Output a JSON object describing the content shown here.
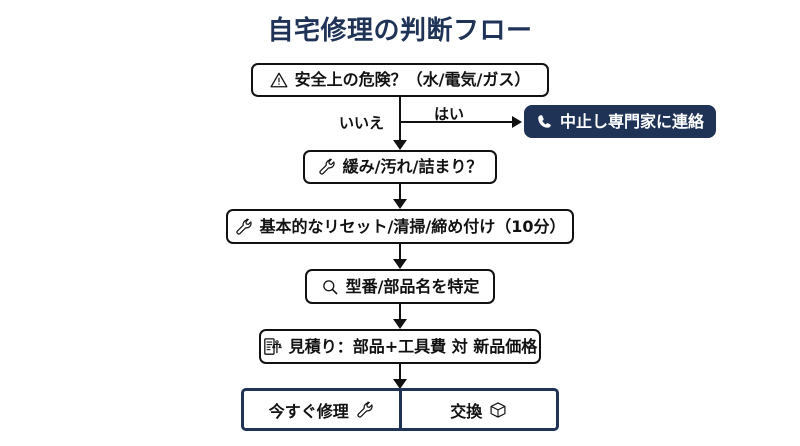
{
  "page": {
    "title": "自宅修理の判断フロー",
    "background_color": "#ffffff",
    "accent_color": "#1f3357",
    "line_color": "#111111"
  },
  "flow": {
    "nodes": [
      {
        "id": "safety-check",
        "icon": "warning-triangle-icon",
        "label": "安全上の危険？（水/電気/ガス）",
        "style": "outlined"
      },
      {
        "id": "stop-call-pro",
        "icon": "phone-icon",
        "label": "中止し専門家に連絡",
        "style": "filled"
      },
      {
        "id": "loose-dirty-clogged",
        "icon": "wrench-icon",
        "label": "緩み/汚れ/詰まり？",
        "style": "outlined"
      },
      {
        "id": "basic-reset",
        "icon": "wrench-icon",
        "label": "基本的なリセット/清掃/締め付け（10分）",
        "style": "outlined"
      },
      {
        "id": "identify-part",
        "icon": "magnifier-icon",
        "label": "型番/部品名を特定",
        "style": "outlined"
      },
      {
        "id": "estimate-cost",
        "icon": "receipt-scale-icon",
        "label": "見積り：部品+工具費 対 新品価格",
        "style": "outlined"
      }
    ],
    "edge_labels": {
      "no": "いいえ",
      "yes": "はい"
    },
    "outcomes": [
      {
        "id": "repair-now",
        "label": "今すぐ修理",
        "icon": "wrench-icon",
        "icon_position": "after"
      },
      {
        "id": "replace",
        "label": "交換",
        "icon": "box-icon",
        "icon_position": "after"
      }
    ]
  }
}
